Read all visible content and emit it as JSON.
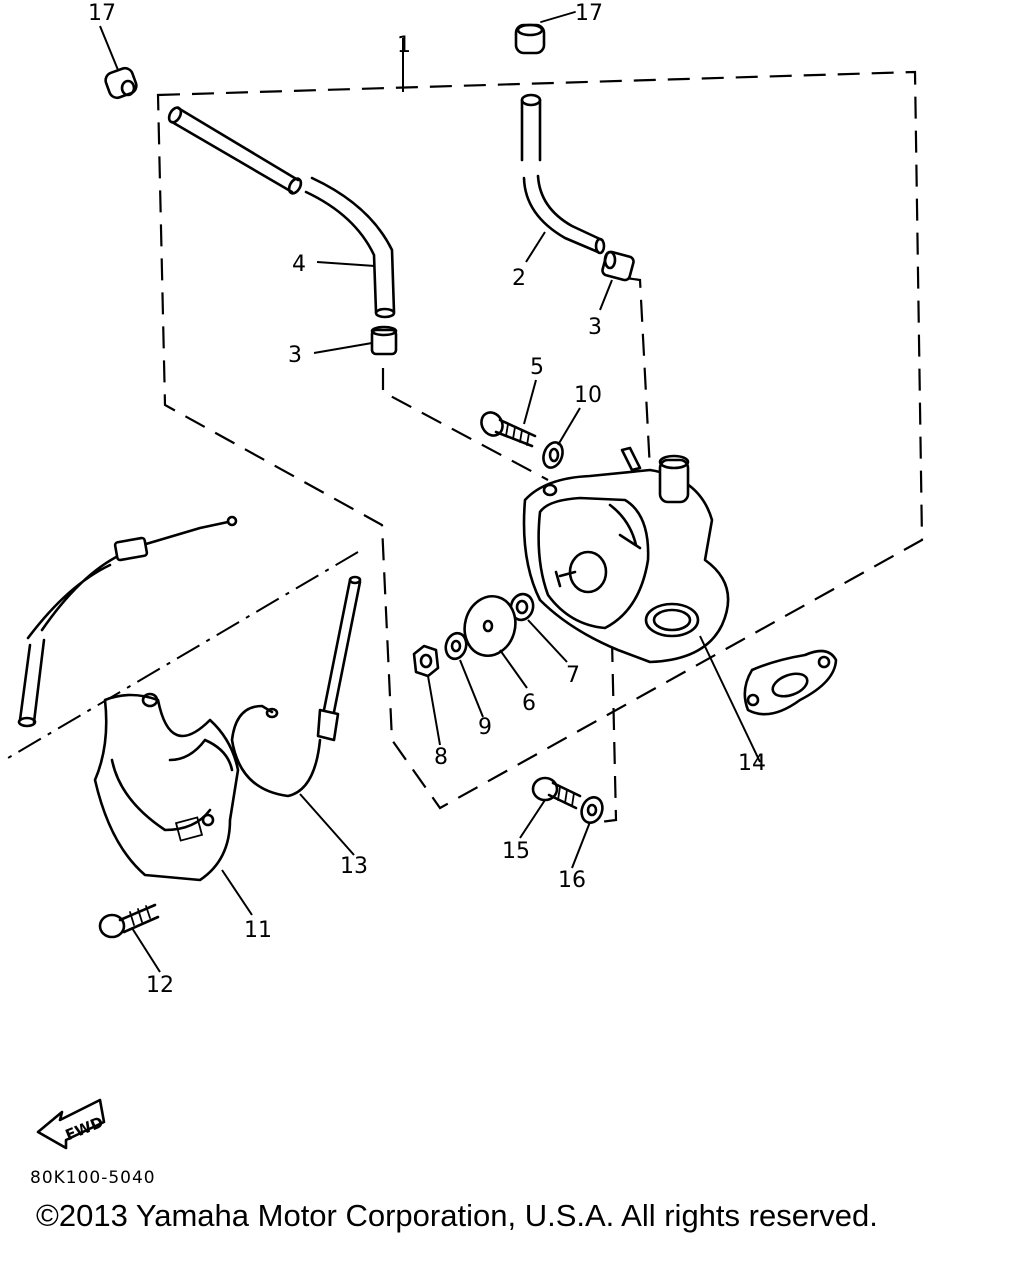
{
  "callouts": {
    "c17a": "17",
    "c17b": "17",
    "c1": "1",
    "c4": "4",
    "c2": "2",
    "c3a": "3",
    "c3b": "3",
    "c5": "5",
    "c10": "10",
    "c7": "7",
    "c6": "6",
    "c9": "9",
    "c8": "8",
    "c14": "14",
    "c13": "13",
    "c11": "11",
    "c12": "12",
    "c15": "15",
    "c16": "16"
  },
  "fwd_label": "FWD",
  "diagram_code": "80K100-5040",
  "copyright": "©2013 Yamaha Motor Corporation, U.S.A. All rights reserved."
}
